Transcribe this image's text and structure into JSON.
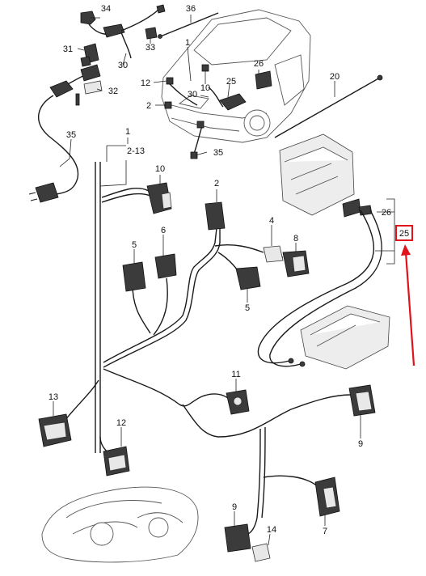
{
  "labels": {
    "l34": "34",
    "l36": "36",
    "l1_top": "1",
    "l31": "31",
    "l33": "33",
    "l30_top": "30",
    "l26_car": "26",
    "l20": "20",
    "l12_car": "12",
    "l10_car": "10",
    "l25_car": "25",
    "l32": "32",
    "l2_car": "2",
    "l30_car": "30",
    "l35_car": "35",
    "l35": "35",
    "l1_harness": "1",
    "l2_13": "2-13",
    "l10": "10",
    "l2": "2",
    "l26": "26",
    "l25": "25",
    "l4": "4",
    "l5_left": "5",
    "l6": "6",
    "l8": "8",
    "l5_right": "5",
    "l11": "11",
    "l13": "13",
    "l12": "12",
    "l9_right": "9",
    "l9_bottom": "9",
    "l7": "7",
    "l14": "14"
  },
  "highlight": {
    "label_ref": "25",
    "box_color": "#e0121b",
    "arrow_color": "#e0121b"
  }
}
